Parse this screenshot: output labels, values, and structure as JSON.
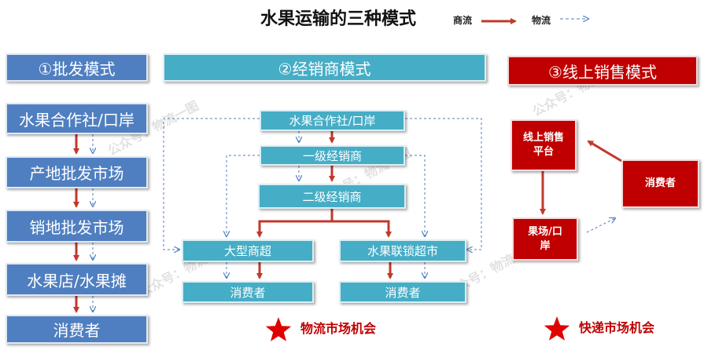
{
  "title": "水果运输的三种模式",
  "legend": {
    "commerce_label": "商流",
    "logistics_label": "物流"
  },
  "colors": {
    "commerce_flow": "#c0392b",
    "logistics_flow": "#4f7fc0",
    "blue": "#4f7fc0",
    "teal": "#46adc6",
    "red": "#c00000"
  },
  "mode1": {
    "header": "①批发模式",
    "nodes": [
      "水果合作社/口岸",
      "产地批发市场",
      "销地批发市场",
      "水果店/水果摊",
      "消费者"
    ]
  },
  "mode2": {
    "header": "②经销商模式",
    "cooperative": "水果合作社/口岸",
    "level1": "一级经销商",
    "level2": "二级经销商",
    "supermarket": "大型商超",
    "chain": "水果联锁超市",
    "consumer_left": "消费者",
    "consumer_right": "消费者",
    "star_label": "物流市场机会"
  },
  "mode3": {
    "header": "③线上销售模式",
    "platform": "线上销售平台",
    "consumer": "消费者",
    "orchard": "果场/口岸",
    "star_label": "快递市场机会"
  },
  "watermark_text": "公众号：物流一图"
}
